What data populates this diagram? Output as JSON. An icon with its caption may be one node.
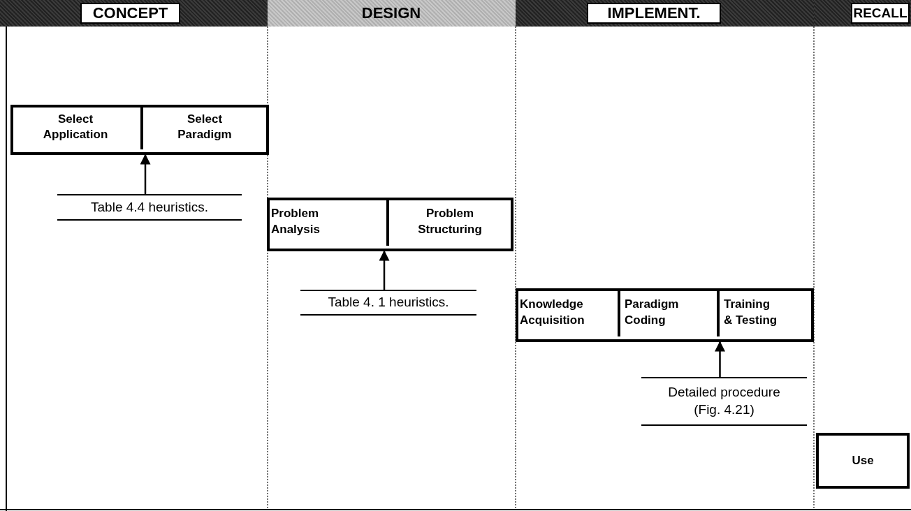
{
  "diagram": {
    "nodes": [
      {
        "text": [
          "CONCEPT"
        ]
      },
      {
        "text": [
          "DESIGN"
        ]
      },
      {
        "text": [
          "IMPLEMENT."
        ]
      },
      {
        "text": [
          "RECALL"
        ]
      },
      {
        "text": [],
        "shape": "box"
      },
      {
        "text": [
          "Select Application"
        ],
        "in": 4
      },
      {
        "text": [
          "Select Paradigm"
        ],
        "in": 4
      },
      {
        "text": [
          "Table 4.4 heuristics."
        ]
      },
      {
        "text": [],
        "shape": "box"
      },
      {
        "text": [
          "Problem Analysis"
        ],
        "in": 8
      },
      {
        "text": [
          "Problem Structuring"
        ],
        "in": 8
      },
      {
        "text": [
          "Table 4. 1 heuristics."
        ]
      },
      {
        "text": [],
        "shape": "box"
      },
      {
        "text": [
          "Knowledge Acquisition"
        ],
        "in": 12
      },
      {
        "text": [
          "Paradigm Coding"
        ],
        "in": 12
      },
      {
        "text": [
          "Training & Testing"
        ],
        "in": 12
      },
      {
        "text": [
          "Detailed procedure (Fig. 4.21)"
        ]
      },
      {
        "text": [
          "Use"
        ]
      }
    ],
    "edges": [
      {
        "from": 7,
        "to": 4,
        "arrow": "to"
      },
      {
        "from": 11,
        "to": 8,
        "arrow": "to"
      },
      {
        "from": 16,
        "to": 12,
        "arrow": "to"
      }
    ]
  }
}
